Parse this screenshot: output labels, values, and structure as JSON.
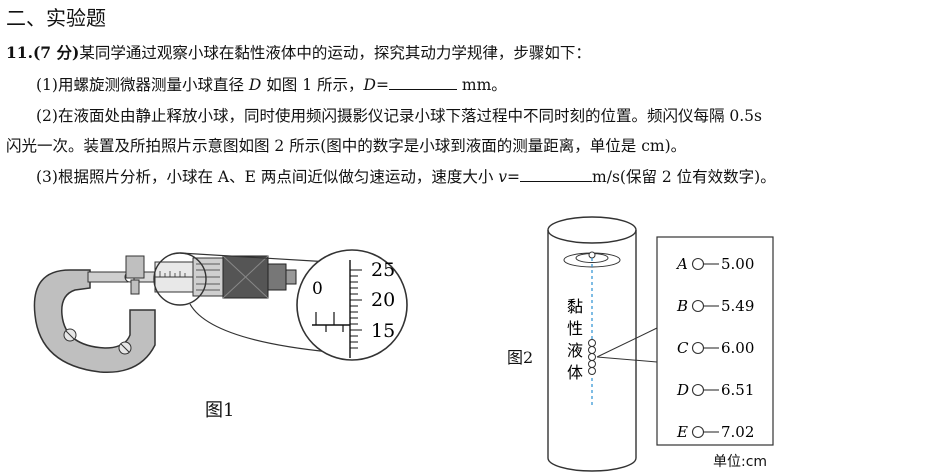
{
  "section": {
    "title": "二、实验题"
  },
  "question": {
    "number": "11.(7 分)",
    "intro": "某同学通过观察小球在黏性液体中的运动，探究其动力学规律，步骤如下：",
    "step1_a": "(1)用螺旋测微器测量小球直径",
    "step1_var": "D",
    "step1_b": "如图 1 所示，",
    "step1_var2": "D",
    "step1_c": "=",
    "step1_unit": "mm。",
    "step2_line1": "(2)在液面处由静止释放小球，同时使用频闪摄影仪记录小球下落过程中不同时刻的位置。频闪仪每隔 0.5s",
    "step2_line2": "闪光一次。装置及所拍照片示意图如图 2 所示(图中的数字是小球到液面的测量距离，单位是  cm)。",
    "step3_a": "(3)根据照片分析，小球在 A、E 两点间近似做匀速运动，速度大小",
    "step3_var": "v",
    "step3_b": "=",
    "step3_c": "m/s(保留 2 位有效数字)。"
  },
  "figure1": {
    "caption": "图1",
    "scale_labels": [
      "25",
      "20",
      "15"
    ],
    "zero_label": "0"
  },
  "figure2": {
    "caption": "图2",
    "liquid_label": [
      "黏",
      "性",
      "液",
      "体"
    ],
    "unit_label": "单位:cm",
    "points": [
      {
        "label": "A",
        "value": "5.00"
      },
      {
        "label": "B",
        "value": "5.49"
      },
      {
        "label": "C",
        "value": "6.00"
      },
      {
        "label": "D",
        "value": "6.51"
      },
      {
        "label": "E",
        "value": "7.02"
      }
    ]
  }
}
